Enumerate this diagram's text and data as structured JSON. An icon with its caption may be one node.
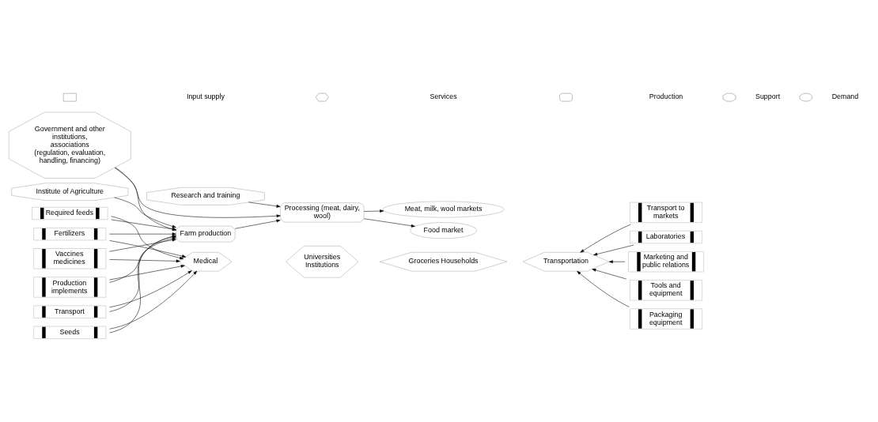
{
  "diagram": {
    "nodes": [
      {
        "text": [
          "Seeds"
        ]
      },
      {
        "text": [
          "Required feeds"
        ]
      },
      {
        "text": [
          "Fertilizers"
        ]
      },
      {
        "text": [
          "Vaccines medicines"
        ]
      },
      {
        "text": [
          "Production implements"
        ]
      },
      {
        "text": [
          "Transport"
        ]
      },
      {
        "text": [
          "Government and other institutions, associations (regulation, evaluation, handling, financing)"
        ]
      },
      {
        "text": [
          "Food market"
        ]
      },
      {
        "text": [
          "Meat, milk, wool markets"
        ]
      },
      {
        "text": [
          "Farm production"
        ]
      },
      {
        "text": [
          "Processing (meat, dairy, wool)"
        ]
      },
      {
        "text": [
          "Institute of Agriculture"
        ]
      },
      {
        "text": [
          "Research and training"
        ]
      },
      {
        "text": [
          "Marketing and public relations"
        ]
      },
      {
        "text": [
          "Tools and equipment"
        ]
      },
      {
        "text": [
          "Packaging equipment"
        ]
      },
      {
        "text": [
          "Transport to markets"
        ]
      },
      {
        "text": [
          "Laboratories"
        ]
      },
      {
        "text": [
          "Medical"
        ]
      },
      {
        "text": [
          "Universities Institutions"
        ]
      },
      {
        "text": [
          "Groceries Households"
        ]
      },
      {
        "text": [
          "Transportation"
        ]
      }
    ],
    "edges": [
      {
        "from": 0,
        "to": 9,
        "arrow": "to"
      },
      {
        "from": 1,
        "to": 9,
        "arrow": "to"
      },
      {
        "from": 2,
        "to": 9,
        "arrow": "to"
      },
      {
        "from": 3,
        "to": 9,
        "arrow": "to"
      },
      {
        "from": 4,
        "to": 9,
        "arrow": "to"
      },
      {
        "from": 5,
        "to": 9,
        "arrow": "to"
      },
      {
        "from": 0,
        "to": 18,
        "arrow": "to"
      },
      {
        "from": 1,
        "to": 18,
        "arrow": "to"
      },
      {
        "from": 2,
        "to": 18,
        "arrow": "to"
      },
      {
        "from": 3,
        "to": 18,
        "arrow": "to"
      },
      {
        "from": 4,
        "to": 18,
        "arrow": "to"
      },
      {
        "from": 5,
        "to": 18,
        "arrow": "to"
      },
      {
        "from": 6,
        "to": 9,
        "arrow": "to"
      },
      {
        "from": 6,
        "to": 10,
        "arrow": "to"
      },
      {
        "from": 11,
        "to": 9,
        "arrow": "to"
      },
      {
        "from": 9,
        "to": 10,
        "arrow": "to"
      },
      {
        "from": 12,
        "to": 10,
        "arrow": "to"
      },
      {
        "from": 10,
        "to": 7,
        "arrow": "to"
      },
      {
        "from": 10,
        "to": 8,
        "arrow": "to"
      },
      {
        "from": 13,
        "to": 21,
        "arrow": "to"
      },
      {
        "from": 14,
        "to": 21,
        "arrow": "to"
      },
      {
        "from": 15,
        "to": 21,
        "arrow": "to"
      },
      {
        "from": 16,
        "to": 21,
        "arrow": "to"
      },
      {
        "from": 17,
        "to": 21,
        "arrow": "to"
      }
    ],
    "legend": [
      {
        "text": "Input supply"
      },
      {
        "text": "Services"
      },
      {
        "text": "Production"
      },
      {
        "text": "Support"
      },
      {
        "text": "Demand"
      }
    ]
  }
}
